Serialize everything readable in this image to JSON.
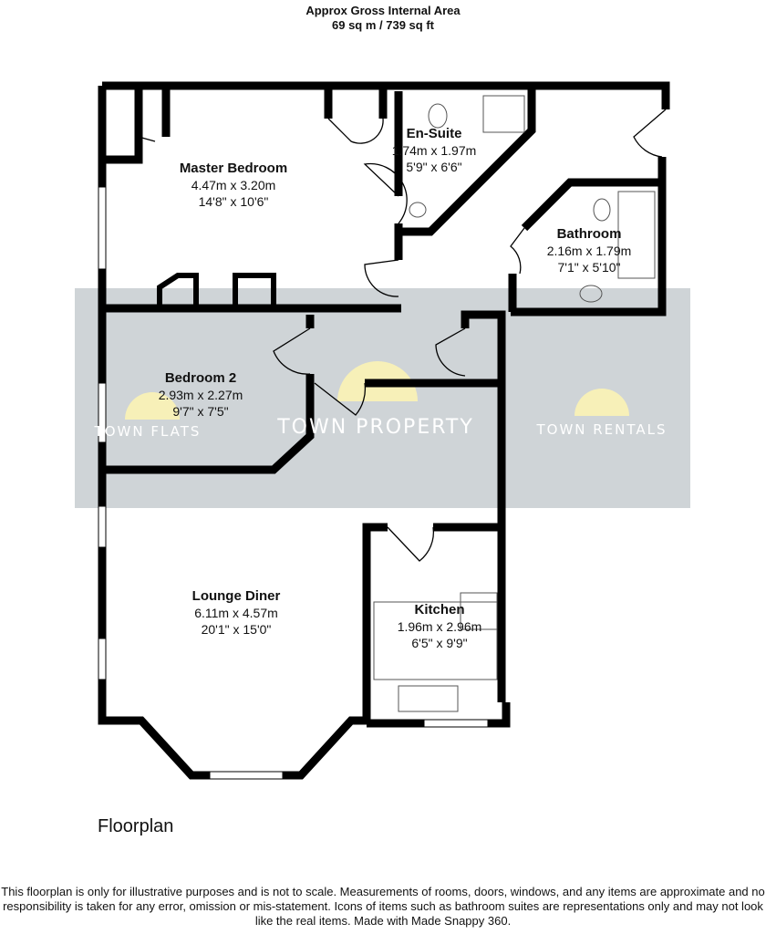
{
  "header": {
    "line1": "Approx Gross Internal Area",
    "line2": "69 sq m / 739 sq ft"
  },
  "rooms": [
    {
      "name": "Master Bedroom",
      "metric": "4.47m x 3.20m",
      "imperial": "14'8\" x 10'6\""
    },
    {
      "name": "En-Suite",
      "metric": "1.74m x 1.97m",
      "imperial": "5'9\" x 6'6\""
    },
    {
      "name": "Bathroom",
      "metric": "2.16m x 1.79m",
      "imperial": "7'1\" x 5'10\""
    },
    {
      "name": "Bedroom 2",
      "metric": "2.93m x 2.27m",
      "imperial": "9'7\" x 7'5\""
    },
    {
      "name": "Lounge Diner",
      "metric": "6.11m x 4.57m",
      "imperial": "20'1\" x 15'0\""
    },
    {
      "name": "Kitchen",
      "metric": "1.96m x 2.96m",
      "imperial": "6'5\" x 9'9\""
    }
  ],
  "watermarks": [
    "TOWN FLATS",
    "TOWN PROPERTY",
    "TOWN RENTALS"
  ],
  "plan_label": "Floorplan",
  "disclaimer": "This floorplan is only for illustrative purposes and is not to scale. Measurements of rooms, doors, windows, and any items are approximate and no responsibility is taken for any error, omission or mis-statement. Icons of items such as bathroom suites are representations only and may not look like the real items. Made with Made Snappy 360.",
  "colors": {
    "wall": "#000000",
    "band": "#cfd4d7",
    "logo": "#f7f0b8"
  }
}
